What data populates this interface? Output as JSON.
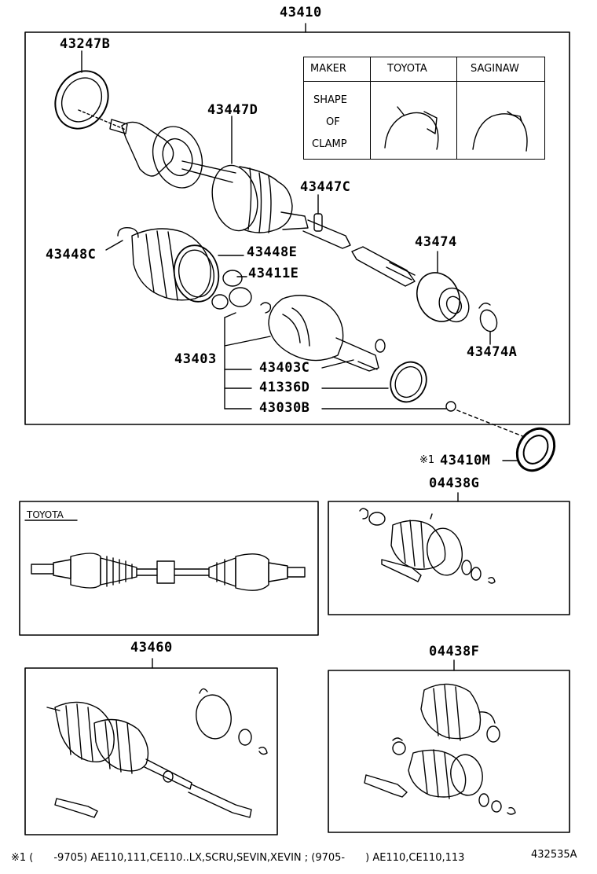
{
  "title_part": "43410",
  "main_labels": {
    "p43247B": "43247B",
    "p43447D": "43447D",
    "p43447C": "43447C",
    "p43474": "43474",
    "p43448C": "43448C",
    "p43448E": "43448E",
    "p43411E": "43411E",
    "p43474A": "43474A",
    "p43403": "43403",
    "p43403C": "43403C",
    "p41336D": "41336D",
    "p43030B": "43030B"
  },
  "clamp_table": {
    "maker_header": "MAKER",
    "toyota_header": "TOYOTA",
    "saginaw_header": "SAGINAW",
    "shape_line1": "SHAPE",
    "shape_line2": "OF",
    "shape_line3": "CLAMP"
  },
  "seal": {
    "mark": "※1",
    "part": "43410M"
  },
  "kits": {
    "k04438G": "04438G",
    "k43460": "43460",
    "k04438F": "04438F"
  },
  "toyota_box_title": "TOYOTA",
  "footnote": "※1 (　　-9705) AE110,111,CE110..LX,SCRU,SEVIN,XEVIN ; (9705-　　) AE110,CE110,113",
  "diagram_code": "432535A"
}
